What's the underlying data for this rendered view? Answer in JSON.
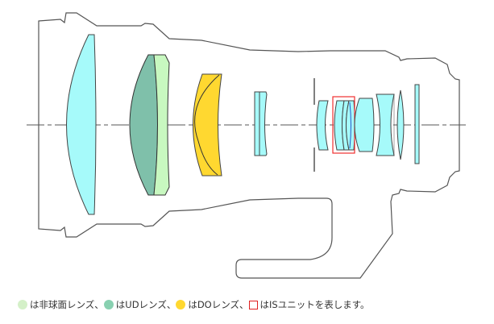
{
  "diagram": {
    "title": "Lens construction diagram",
    "colors": {
      "standard_lens": "#a6fafa",
      "aspherical_lens": "#c8f8c0",
      "ud_lens": "#7fc0aa",
      "do_lens": "#ffd830",
      "is_unit": "#f03030",
      "outline": "#555555"
    }
  },
  "legend": {
    "aspherical": "は非球面レンズ、",
    "ud": "はUDレンズ、",
    "do": "はDOレンズ、",
    "is": "はISユニットを表します。"
  }
}
